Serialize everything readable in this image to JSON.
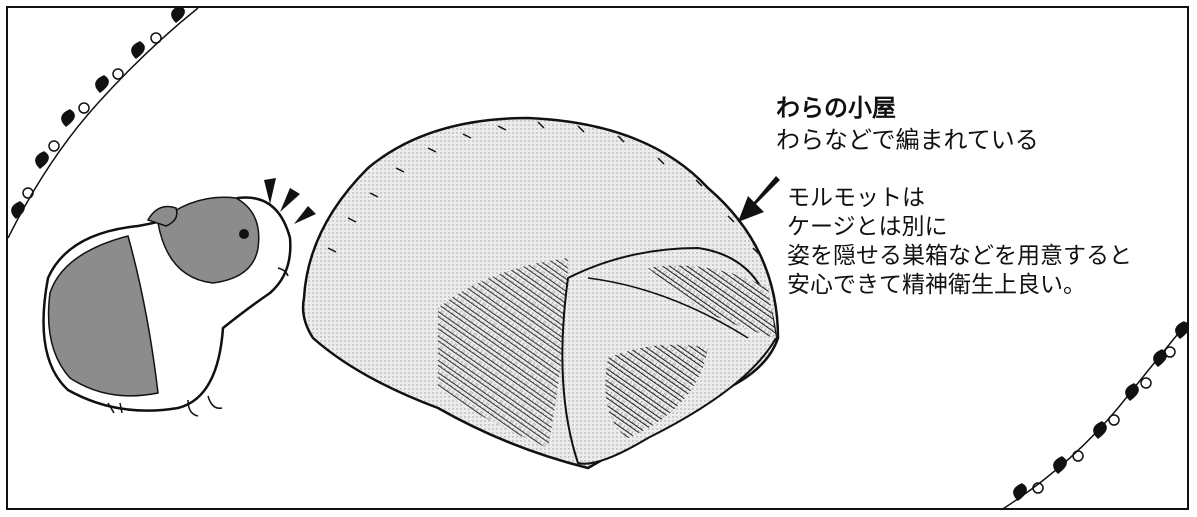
{
  "caption": {
    "title": "わらの小屋",
    "subtitle": "わらなどで編まれている"
  },
  "note": {
    "lines": [
      "モルモットは",
      "ケージとは別に",
      "姿を隠せる巣箱などを用意すると",
      "安心できて精神衛生上良い。"
    ]
  }
}
